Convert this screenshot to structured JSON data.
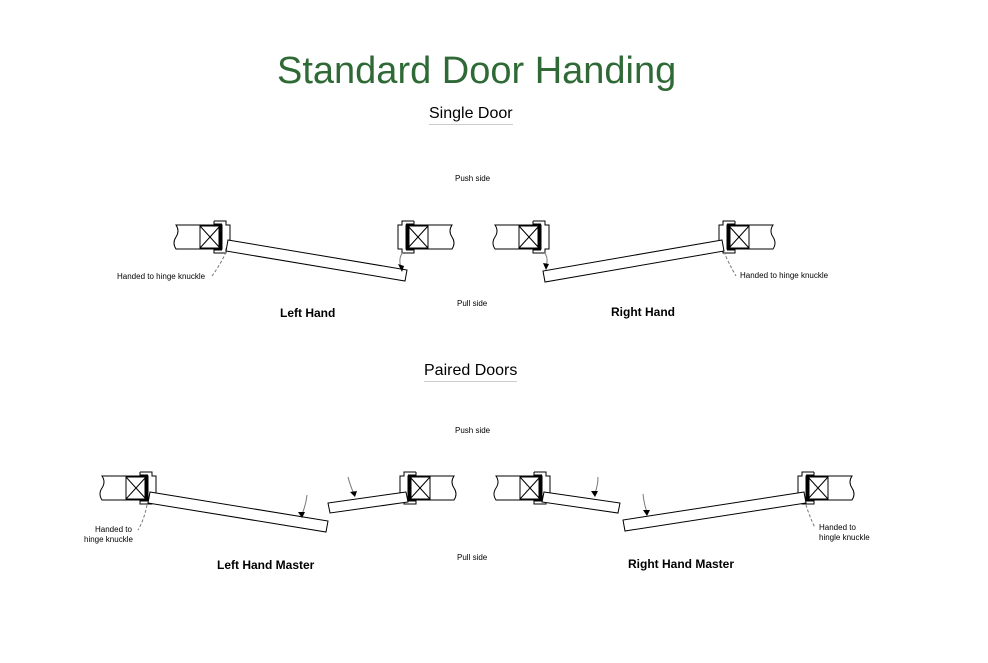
{
  "title": "Standard Door Handing",
  "single": {
    "heading": "Single Door",
    "push_side": "Push side",
    "pull_side": "Pull side",
    "left_label": "Left Hand",
    "right_label": "Right Hand",
    "left_note": "Handed to hinge knuckle",
    "right_note": "Handed to hinge knuckle"
  },
  "paired": {
    "heading": "Paired Doors",
    "push_side": "Push side",
    "pull_side": "Pull side",
    "left_label": "Left Hand Master",
    "right_label": "Right Hand Master",
    "left_note_1": "Handed to",
    "left_note_2": "hinge knuckle",
    "right_note_1": "Handed to",
    "right_note_2": "hingle knuckle"
  },
  "colors": {
    "title": "#2f6a36",
    "line": "#000000"
  }
}
